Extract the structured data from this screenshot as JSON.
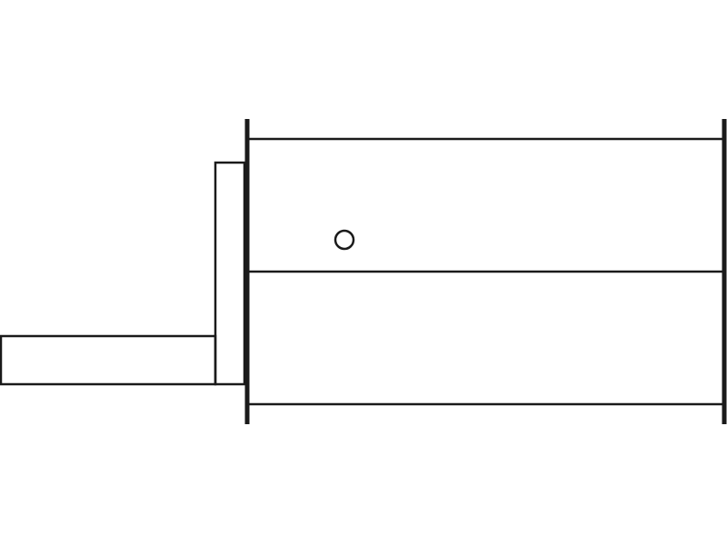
{
  "diagram": {
    "kind": "muffler-technical-outline",
    "colors": {
      "line": "#1a1a1a",
      "background": "#ffffff"
    },
    "parts": [
      {
        "name": "inlet-pipe"
      },
      {
        "name": "mounting-bracket"
      },
      {
        "name": "muffler-body"
      },
      {
        "name": "end-flange-left"
      },
      {
        "name": "end-flange-right"
      },
      {
        "name": "body-center-seam"
      },
      {
        "name": "drain-hole"
      }
    ]
  }
}
